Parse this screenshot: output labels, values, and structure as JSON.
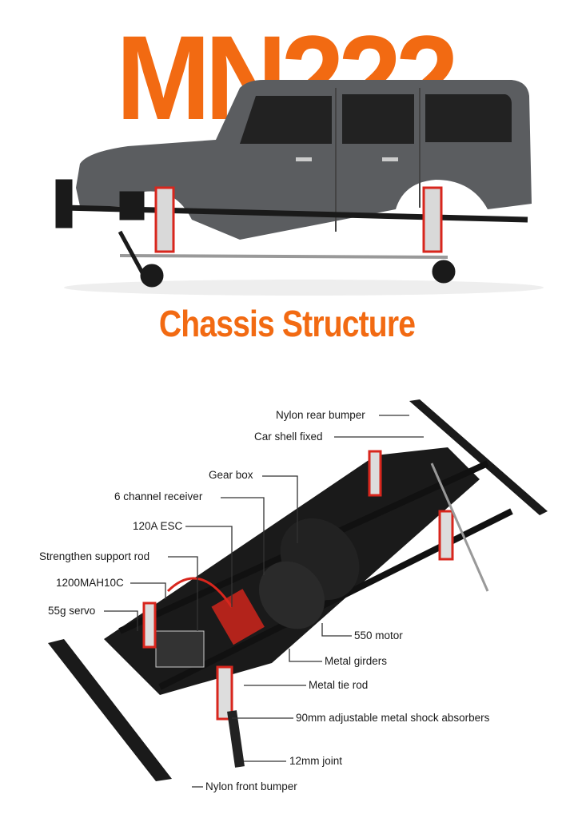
{
  "header": {
    "title": "MN222",
    "subtitle": "Chassis Structure"
  },
  "colors": {
    "accent": "#f26a12",
    "body": "#5b5d60",
    "frame": "#151515",
    "shock": "#d8261d"
  },
  "labels": {
    "rear_bumper": "Nylon rear bumper",
    "shell_fixed": "Car shell fixed",
    "gear_box": "Gear box",
    "receiver": "6 channel receiver",
    "esc": "120A ESC",
    "support_rod": "Strengthen support rod",
    "battery": "1200MAH10C",
    "servo": "55g servo",
    "motor": "550 motor",
    "girders": "Metal girders",
    "tie_rod": "Metal tie rod",
    "shocks": "90mm adjustable metal shock absorbers",
    "joint": "12mm joint",
    "front_bumper": "Nylon front bumper"
  }
}
